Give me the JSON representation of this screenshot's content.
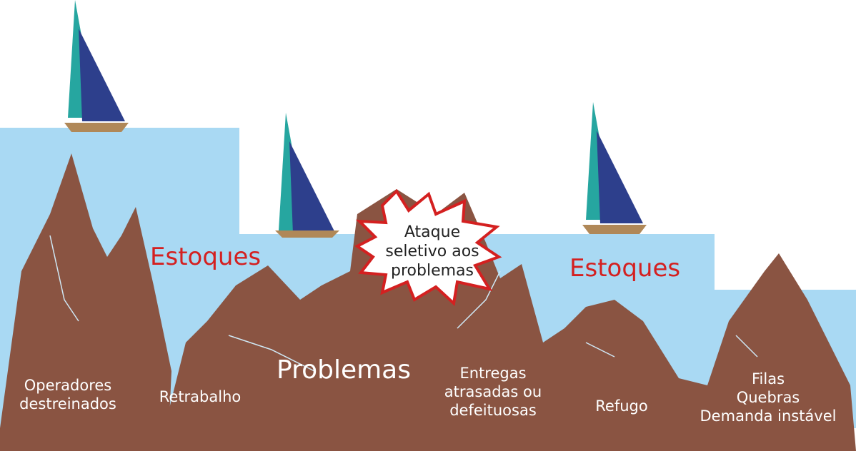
{
  "colors": {
    "water": "#a9d9f3",
    "rock": "#8a5442",
    "accent": "#d42020"
  },
  "labels": {
    "inventory_left": "Estoques",
    "inventory_right": "Estoques",
    "problems": "Problemas",
    "attack": "Ataque\nseletivo aos\nproblemas",
    "rocks": [
      "Operadores\ndestreinados",
      "Retrabalho",
      "Entregas\natrasadas ou\ndefeituosas",
      "Refugo",
      "Filas\nQuebras\nDemanda instável"
    ]
  }
}
